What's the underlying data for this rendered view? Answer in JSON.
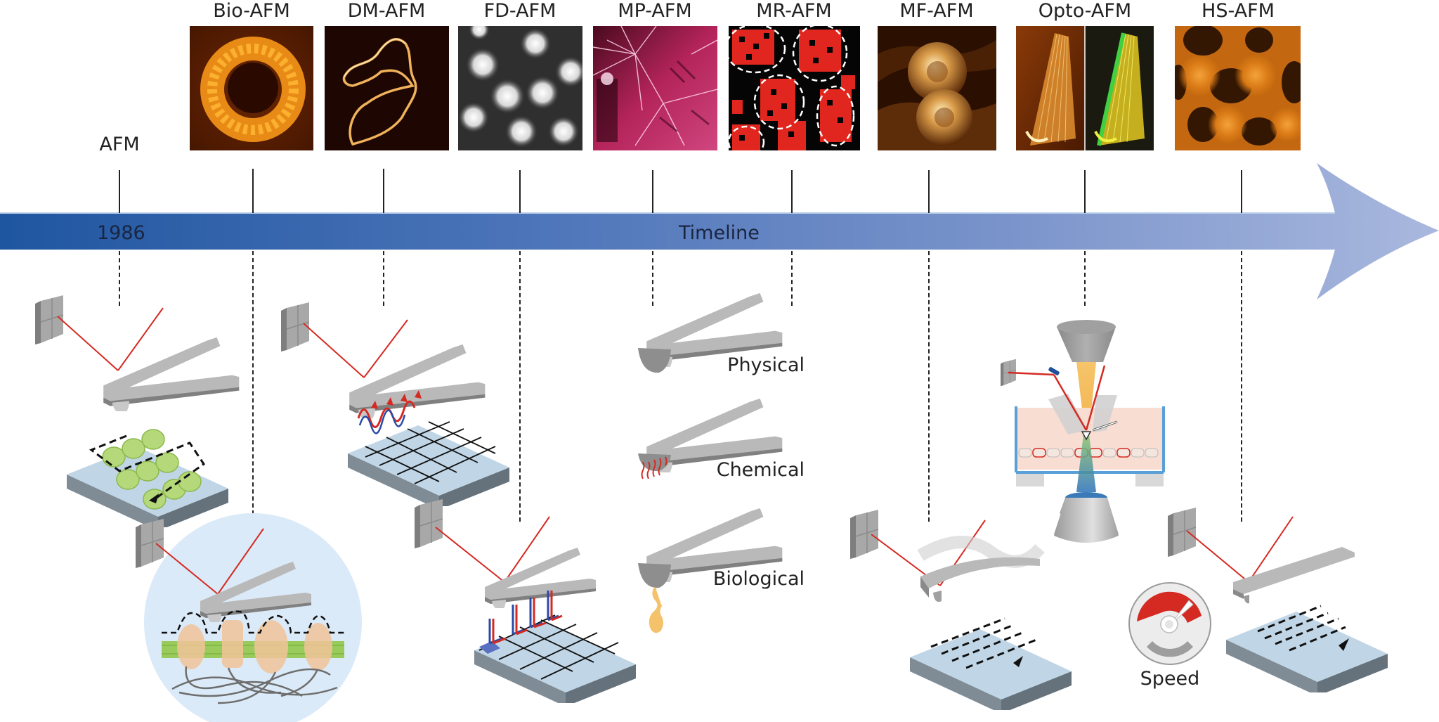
{
  "figure": {
    "origin": {
      "label": "AFM",
      "year": "1986"
    },
    "timeline_label": "Timeline",
    "modes": [
      {
        "label": "Bio-AFM"
      },
      {
        "label": "DM-AFM"
      },
      {
        "label": "FD-AFM"
      },
      {
        "label": "MP-AFM"
      },
      {
        "label": "MR-AFM"
      },
      {
        "label": "MF-AFM"
      },
      {
        "label": "Opto-AFM"
      },
      {
        "label": "HS-AFM"
      }
    ],
    "tip_types": [
      "Physical",
      "Chemical",
      "Biological"
    ],
    "speed_label": "Speed",
    "colors": {
      "arrow_start": "#1f56a0",
      "arrow_end": "#a4b3da",
      "laser": "#d42a22",
      "cantilever": "#a9a9a9",
      "sample_top": "#bfd5e6",
      "sample_side": "#6d7a85",
      "bilayer": "#8cc63f",
      "protein": "#f2c49a",
      "speed_red": "#d42a22"
    }
  }
}
